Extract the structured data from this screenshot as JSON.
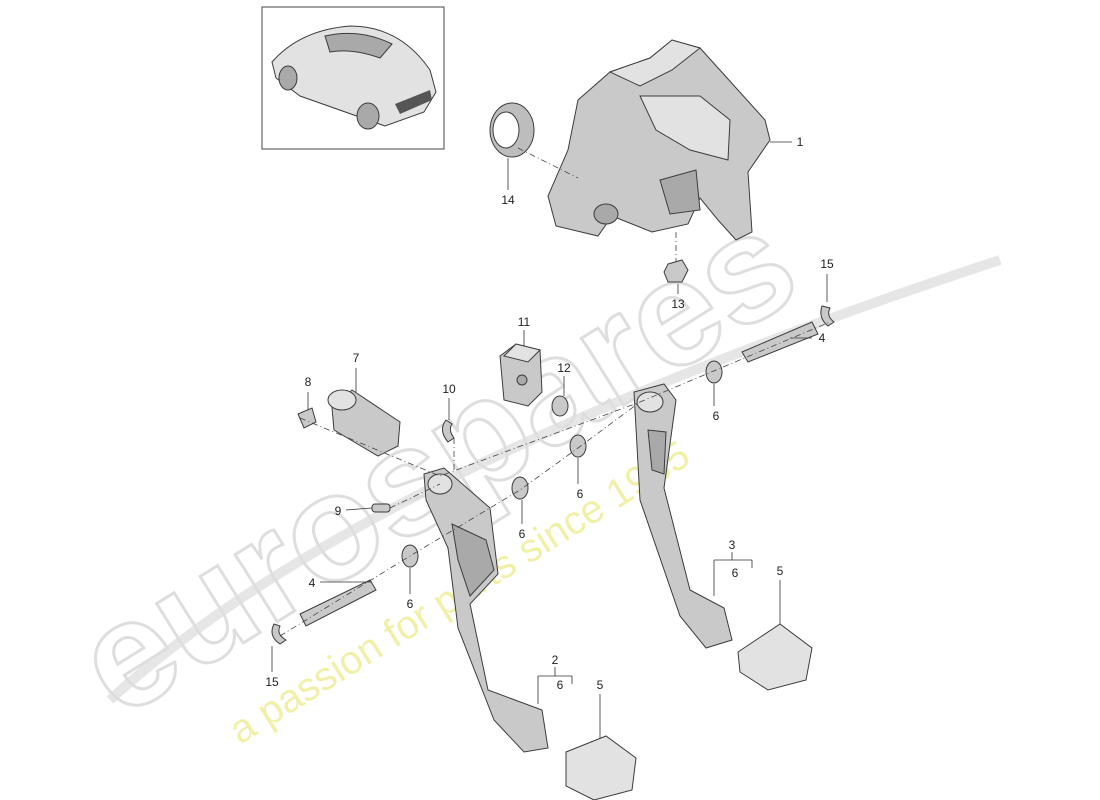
{
  "watermark": {
    "brand": "eurospares",
    "tagline": "a passion for parts since 1985"
  },
  "callouts": {
    "c1": "1",
    "c2": "2",
    "c2_sub": "6",
    "c3": "3",
    "c3_sub": "6",
    "c4_top": "4",
    "c4_bottom": "4",
    "c5_left": "5",
    "c5_right": "5",
    "c6_a": "6",
    "c6_b": "6",
    "c6_c": "6",
    "c6_d": "6",
    "c7": "7",
    "c8": "8",
    "c9": "9",
    "c10": "10",
    "c11": "11",
    "c12": "12",
    "c13": "13",
    "c14": "14",
    "c15_top": "15",
    "c15_bottom": "15"
  },
  "colors": {
    "part_fill": "#c9c9c9",
    "line": "#333333",
    "watermark_outline": "#dedede",
    "watermark_tagline": "#efee9a"
  }
}
